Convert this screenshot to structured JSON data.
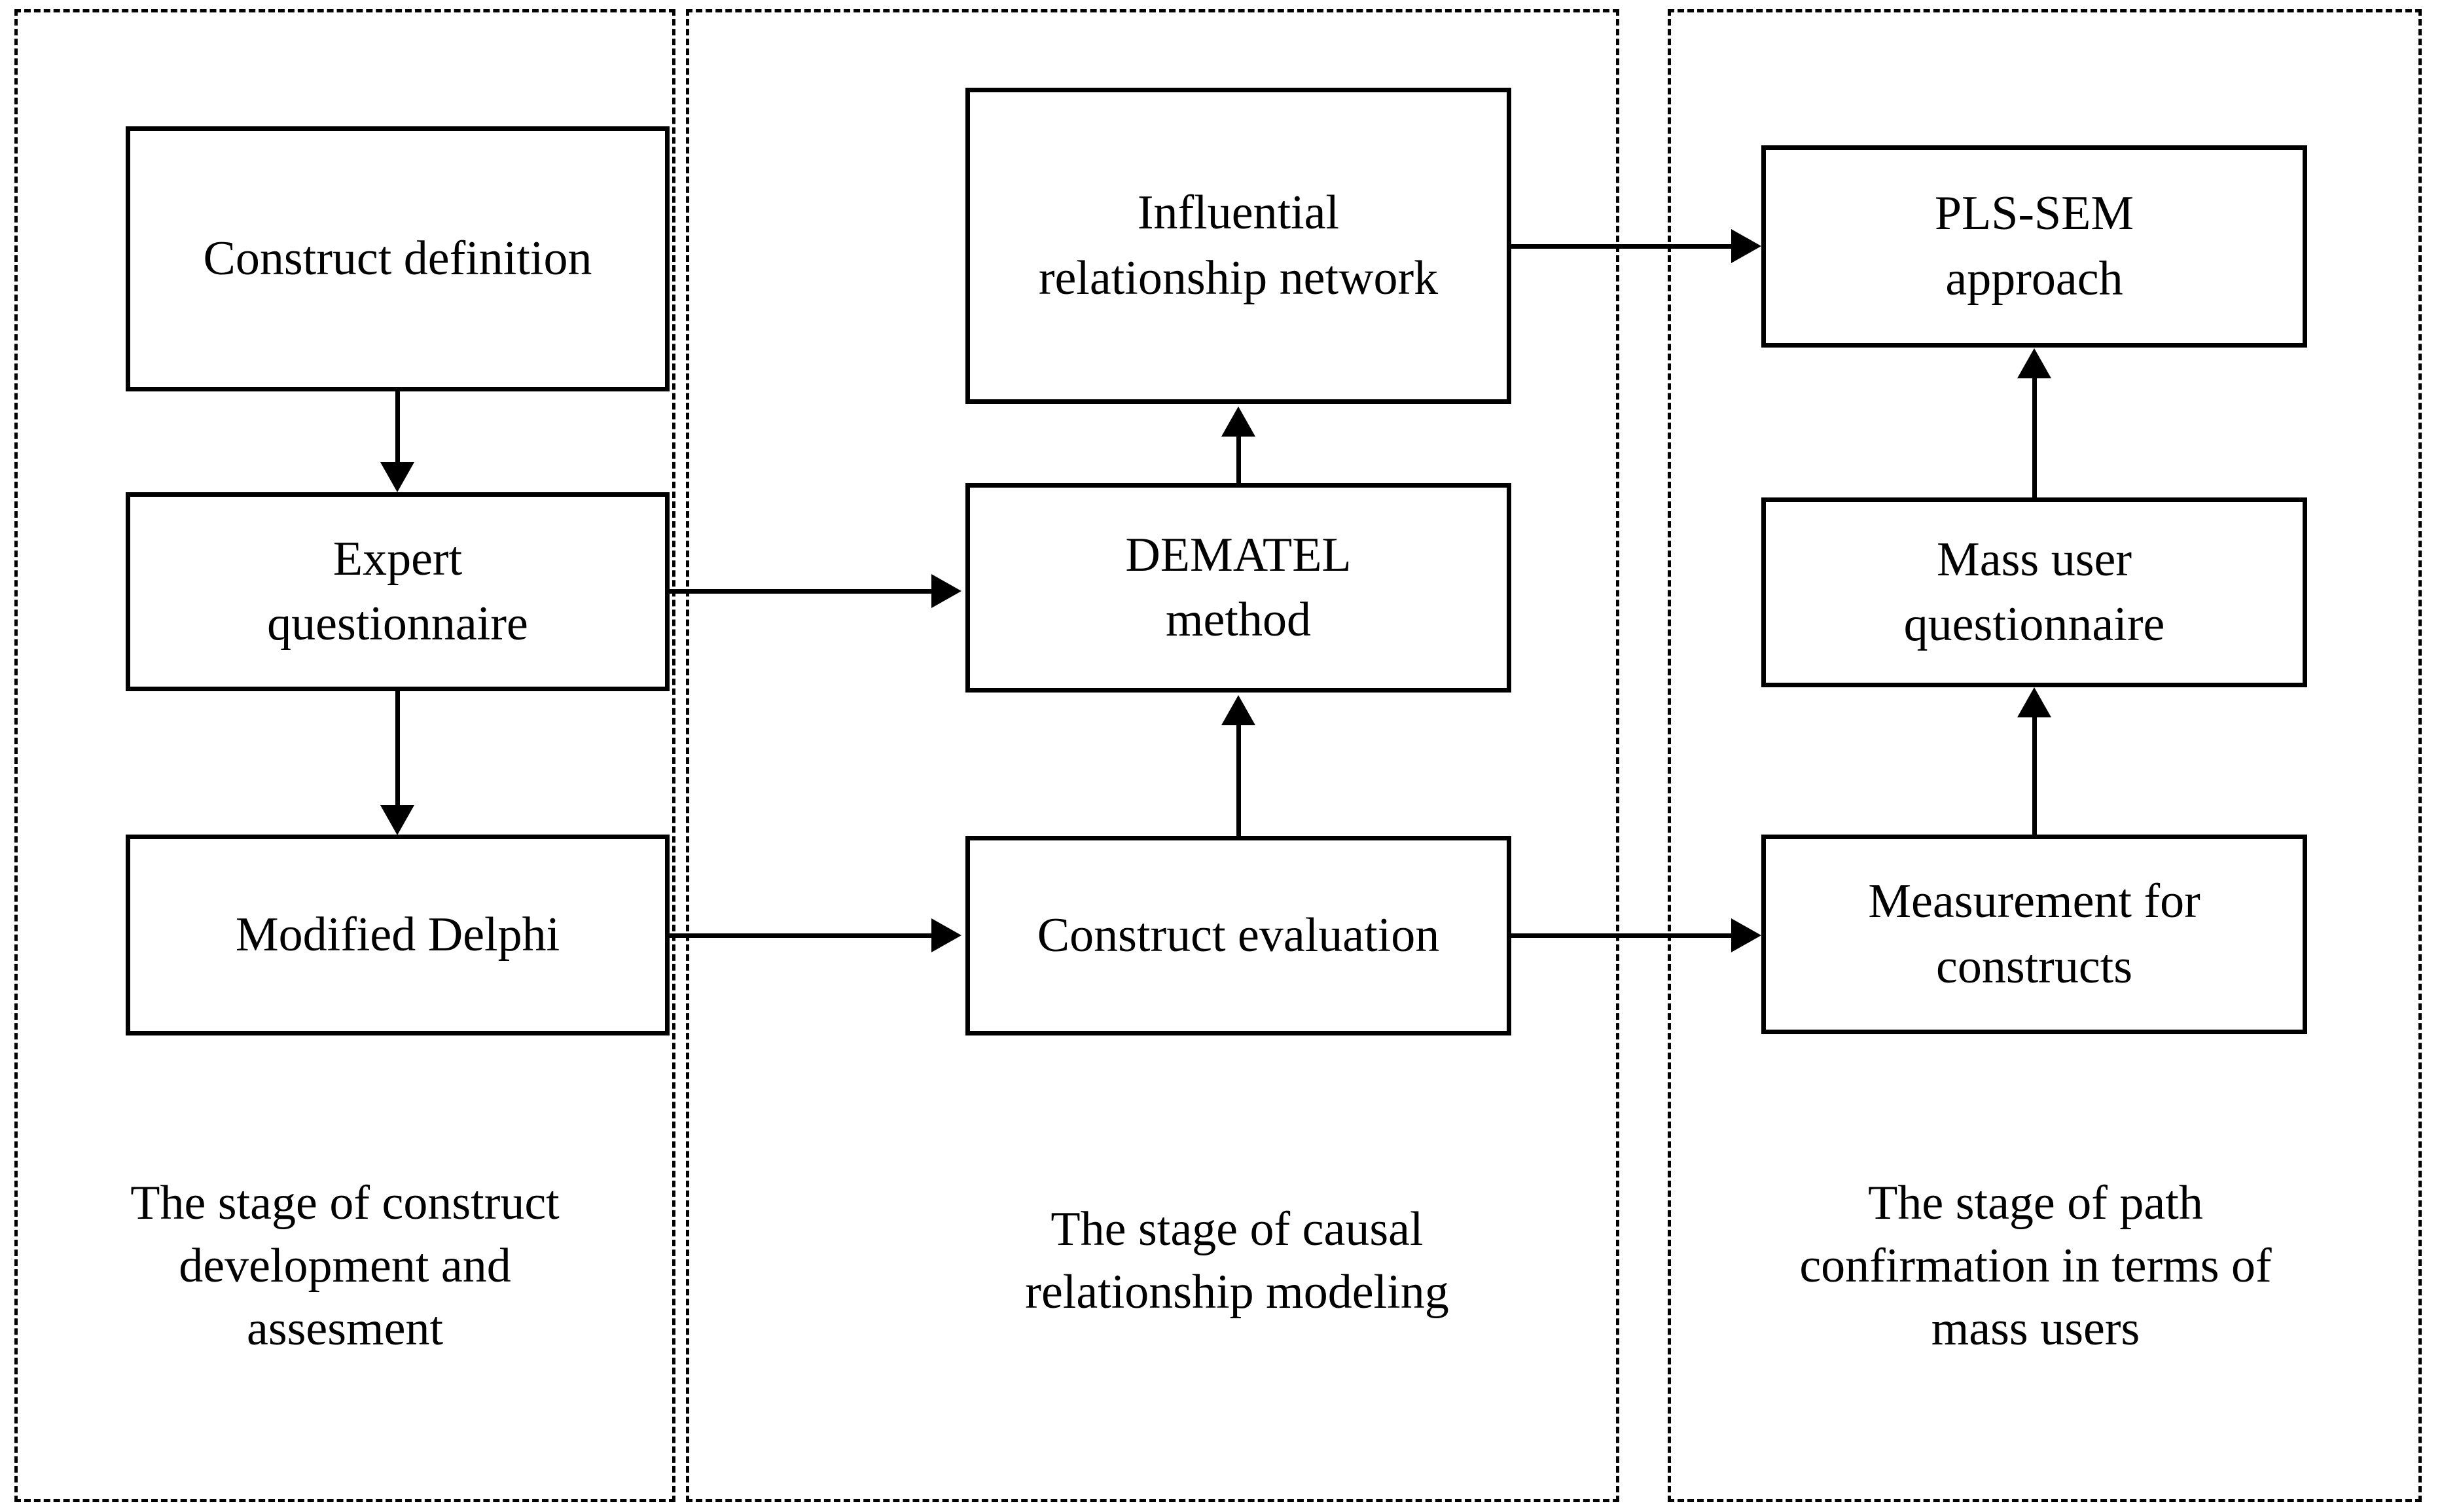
{
  "diagram": {
    "title": "Three-stage research framework flowchart",
    "colors": {
      "stroke": "#000000",
      "background": "#ffffff"
    },
    "panels": [
      {
        "id": "stage-1",
        "caption": "The stage of construct\ndevelopment and\nassesment"
      },
      {
        "id": "stage-2",
        "caption": "The stage of causal\nrelationship modeling"
      },
      {
        "id": "stage-3",
        "caption": "The stage of path\nconfirmation in terms of\nmass users"
      }
    ],
    "nodes": {
      "construct_definition": "Construct definition",
      "expert_questionnaire": "Expert\nquestionnaire",
      "modified_delphi": "Modified Delphi",
      "influential_relationship_network": "Influential\nrelationship network",
      "dematel_method": "DEMATEL\nmethod",
      "construct_evaluation": "Construct evaluation",
      "pls_sem_approach": "PLS-SEM\napproach",
      "mass_user_questionnaire": "Mass user\nquestionnaire",
      "measurement_for_constructs": "Measurement for\nconstructs"
    },
    "edges": [
      {
        "from": "construct_definition",
        "to": "expert_questionnaire",
        "direction": "down"
      },
      {
        "from": "expert_questionnaire",
        "to": "modified_delphi",
        "direction": "down"
      },
      {
        "from": "expert_questionnaire",
        "to": "dematel_method",
        "direction": "right"
      },
      {
        "from": "modified_delphi",
        "to": "construct_evaluation",
        "direction": "right"
      },
      {
        "from": "construct_evaluation",
        "to": "dematel_method",
        "direction": "up"
      },
      {
        "from": "dematel_method",
        "to": "influential_relationship_network",
        "direction": "up"
      },
      {
        "from": "influential_relationship_network",
        "to": "pls_sem_approach",
        "direction": "right"
      },
      {
        "from": "construct_evaluation",
        "to": "measurement_for_constructs",
        "direction": "right"
      },
      {
        "from": "measurement_for_constructs",
        "to": "mass_user_questionnaire",
        "direction": "up"
      },
      {
        "from": "mass_user_questionnaire",
        "to": "pls_sem_approach",
        "direction": "up"
      }
    ]
  }
}
